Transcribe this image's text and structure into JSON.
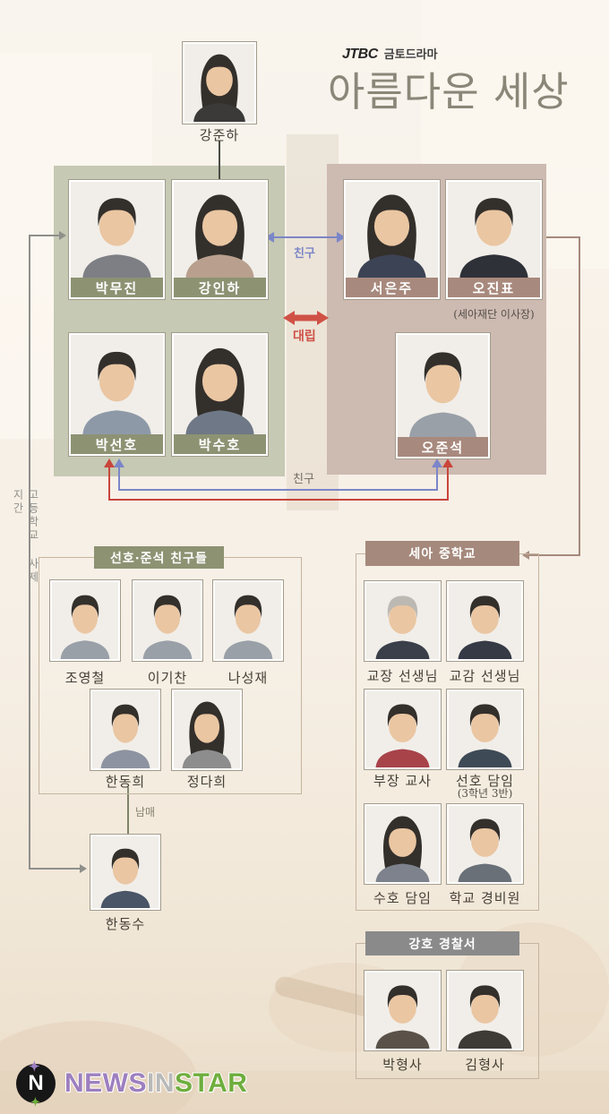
{
  "header": {
    "network": "JTBC",
    "program_type": "금토드라마",
    "title": "아름다운 세상"
  },
  "kang_junha": {
    "name": "강준하"
  },
  "park_family": {
    "members": [
      {
        "name": "박무진"
      },
      {
        "name": "강인하"
      },
      {
        "name": "박선호"
      },
      {
        "name": "박수호"
      }
    ]
  },
  "oh_family": {
    "members": [
      {
        "name": "서은주"
      },
      {
        "name": "오진표",
        "caption": "(세아재단 이사장)"
      },
      {
        "name": "오준석"
      }
    ]
  },
  "relations": {
    "friend_top": "친구",
    "rivalry": "대립",
    "friend_bottom": "친구",
    "siblings": "남매",
    "teacher_student": "고등학교 사제지간"
  },
  "friends_group": {
    "title": "선호·준석 친구들",
    "members": [
      {
        "name": "조영철"
      },
      {
        "name": "이기찬"
      },
      {
        "name": "나성재"
      },
      {
        "name": "한동희"
      },
      {
        "name": "정다희"
      }
    ]
  },
  "han_dongsu": {
    "name": "한동수"
  },
  "school_group": {
    "title": "세아 중학교",
    "members": [
      {
        "name": "교장 선생님"
      },
      {
        "name": "교감 선생님"
      },
      {
        "name": "부장 교사"
      },
      {
        "name": "선호 담임",
        "caption": "(3학년 3반)"
      },
      {
        "name": "수호 담임"
      },
      {
        "name": "학교 경비원"
      }
    ]
  },
  "police_group": {
    "title": "강호 경찰서",
    "members": [
      {
        "name": "박형사"
      },
      {
        "name": "김형사"
      }
    ]
  },
  "footer_logo": {
    "monogram": "N",
    "part1": "NEWS",
    "part2": "IN",
    "part3": "STAR"
  },
  "colors": {
    "sage_box": "#c6c9b3",
    "sage_bar": "#8d9273",
    "mauve_box": "#cdbab1",
    "mauve_bar": "#a8897d",
    "police_bar": "#8a8a8a",
    "friend_blue": "#7b86c8",
    "rival_red": "#d05146",
    "line_gray": "#8f8f8b",
    "line_mauve": "#a5897c",
    "siblings_line": "#7d8468",
    "logo_purple": "#9d7fc0",
    "logo_gray": "#b9b9b9",
    "logo_green": "#6fae3e"
  }
}
